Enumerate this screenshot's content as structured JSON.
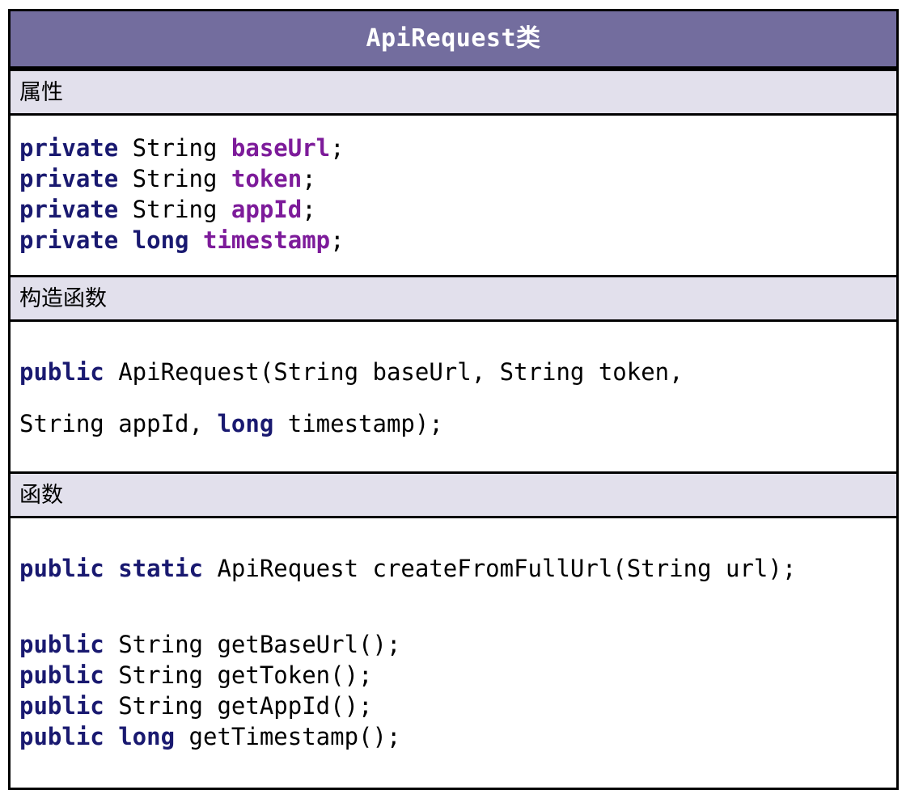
{
  "diagram": {
    "type": "uml-class-diagram",
    "title": "ApiRequest类",
    "colors": {
      "title_bar": "#736d9e",
      "title_text": "#ffffff",
      "section_header_bg": "#e2e0ec",
      "body_bg": "#ffffff",
      "border": "#000000",
      "keyword": "#191970",
      "identifier": "#7d1b9a",
      "plain_text": "#000000"
    },
    "sections": [
      {
        "header": "属性",
        "lines": [
          [
            {
              "t": "private",
              "s": "kw"
            },
            {
              "t": " String ",
              "s": "plain"
            },
            {
              "t": "baseUrl",
              "s": "ident"
            },
            {
              "t": ";",
              "s": "plain"
            }
          ],
          [
            {
              "t": "private",
              "s": "kw"
            },
            {
              "t": " String ",
              "s": "plain"
            },
            {
              "t": "token",
              "s": "ident"
            },
            {
              "t": ";",
              "s": "plain"
            }
          ],
          [
            {
              "t": "private",
              "s": "kw"
            },
            {
              "t": " String ",
              "s": "plain"
            },
            {
              "t": "appId",
              "s": "ident"
            },
            {
              "t": ";",
              "s": "plain"
            }
          ],
          [
            {
              "t": "private long",
              "s": "kw"
            },
            {
              "t": " ",
              "s": "plain"
            },
            {
              "t": "timestamp",
              "s": "ident"
            },
            {
              "t": ";",
              "s": "plain"
            }
          ]
        ]
      },
      {
        "header": "构造函数",
        "lines": [
          [
            {
              "t": "public",
              "s": "kw"
            },
            {
              "t": " ApiRequest(String baseUrl, String token,",
              "s": "plain"
            }
          ],
          [
            {
              "t": "String appId, ",
              "s": "plain"
            },
            {
              "t": "long",
              "s": "kw"
            },
            {
              "t": " timestamp);",
              "s": "plain"
            }
          ]
        ]
      },
      {
        "header": "函数",
        "lines": [
          [
            {
              "t": "public static",
              "s": "kw"
            },
            {
              "t": " ApiRequest createFromFullUrl(String url);",
              "s": "plain"
            }
          ],
          [
            {
              "t": "public",
              "s": "kw"
            },
            {
              "t": " String getBaseUrl();",
              "s": "plain"
            }
          ],
          [
            {
              "t": "public",
              "s": "kw"
            },
            {
              "t": " String getToken();",
              "s": "plain"
            }
          ],
          [
            {
              "t": "public",
              "s": "kw"
            },
            {
              "t": " String getAppId();",
              "s": "plain"
            }
          ],
          [
            {
              "t": "public long",
              "s": "kw"
            },
            {
              "t": " getTimestamp();",
              "s": "plain"
            }
          ]
        ]
      }
    ]
  }
}
